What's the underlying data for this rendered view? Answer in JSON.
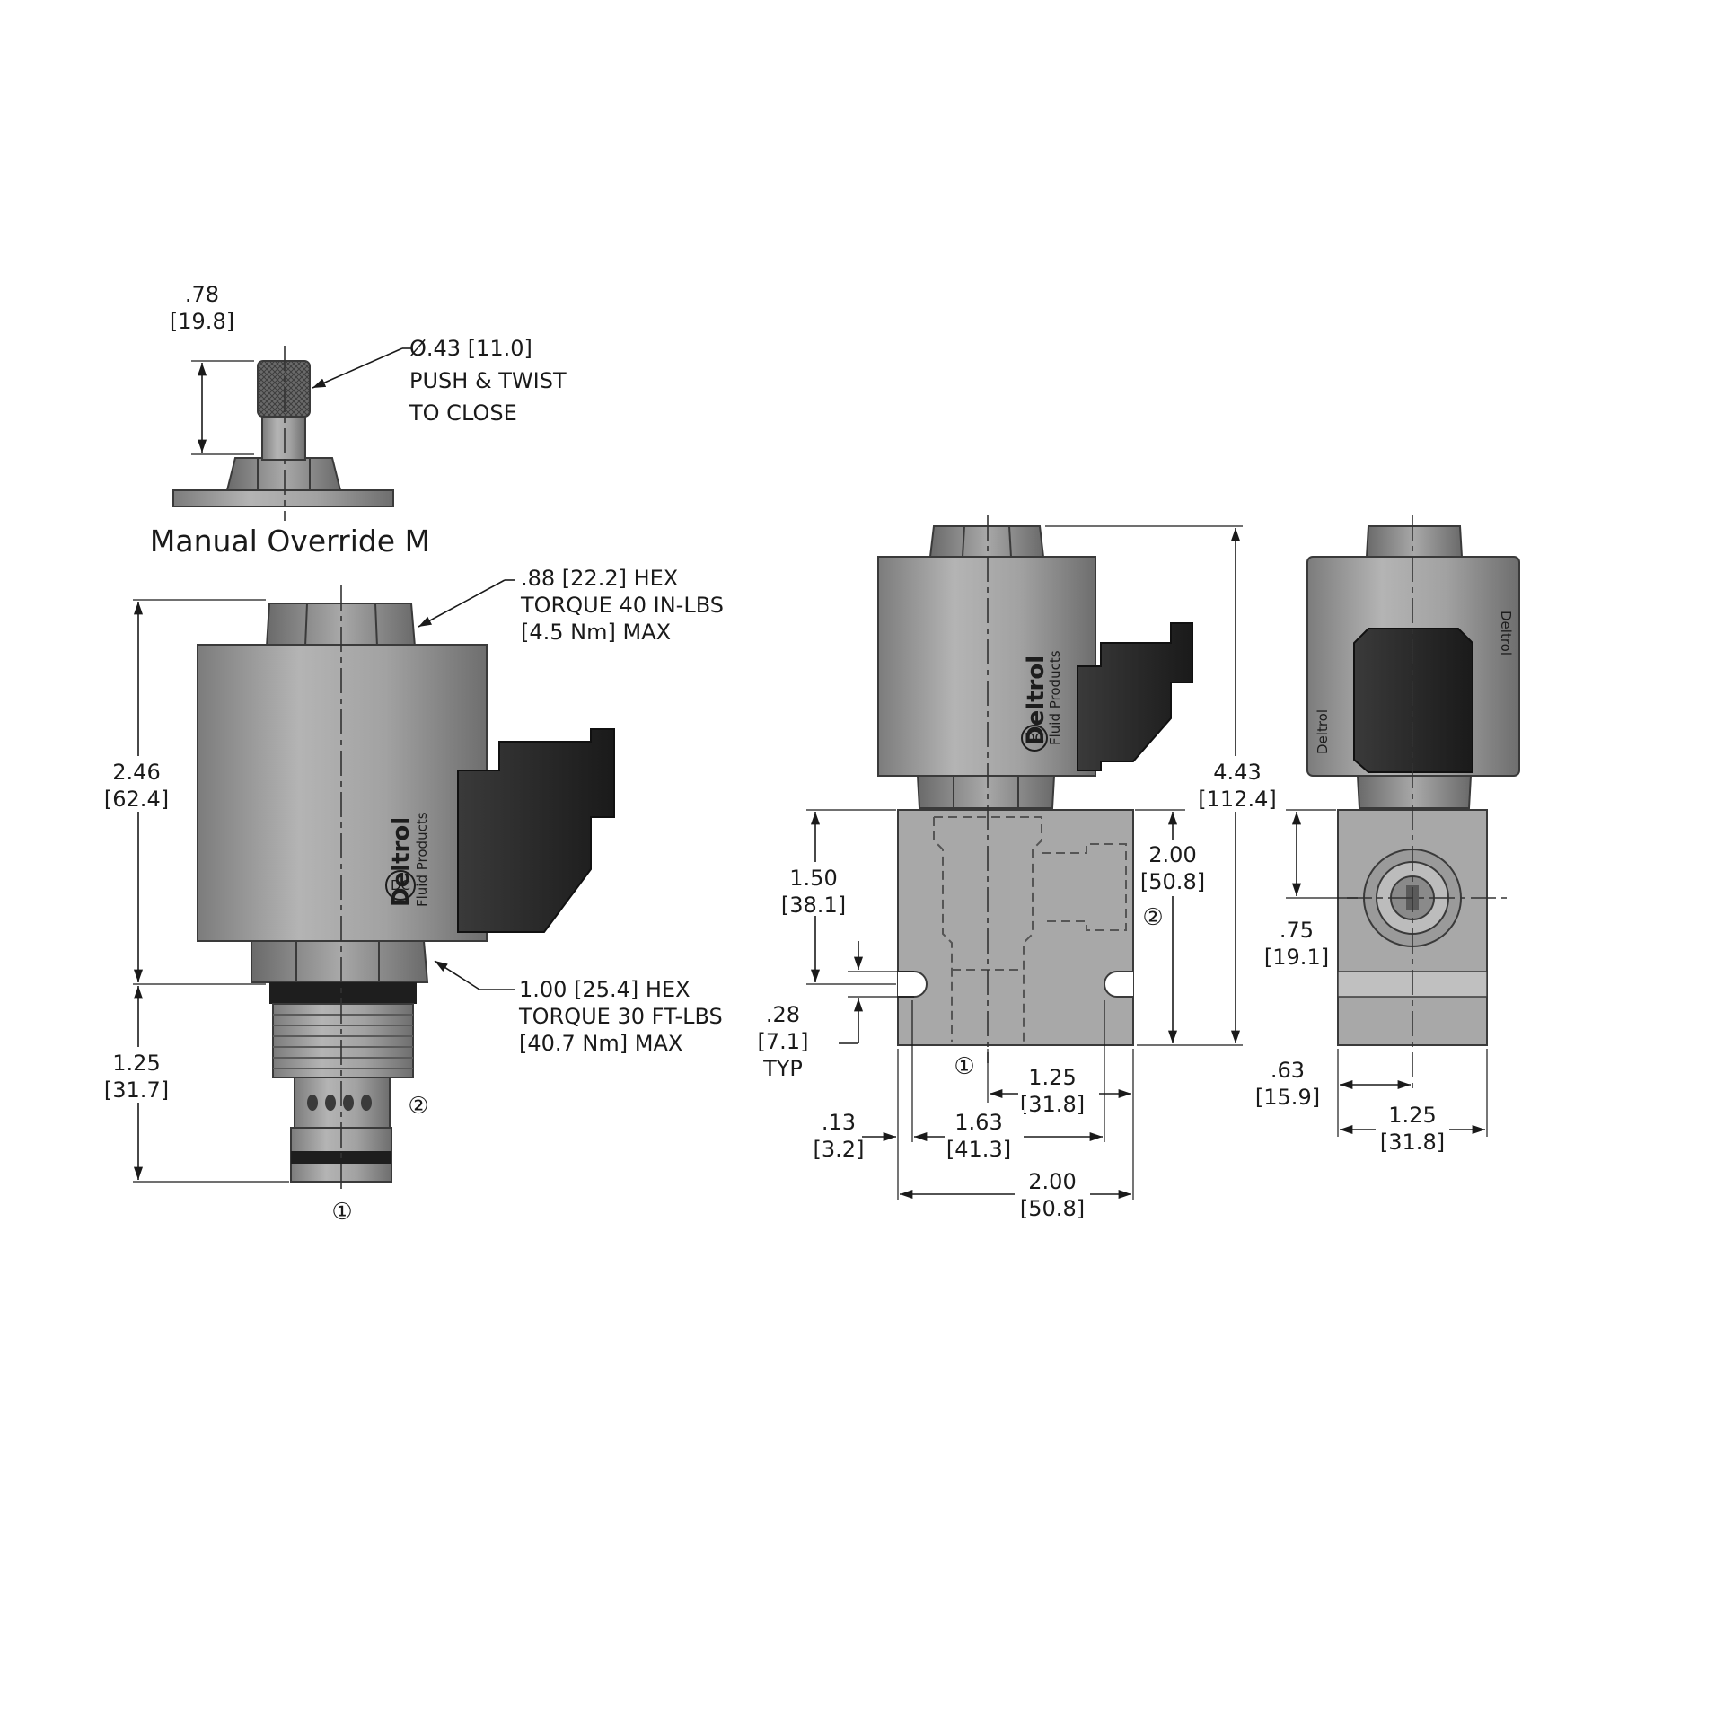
{
  "override": {
    "height_in": ".78",
    "height_mm": "[19.8]",
    "diameter_line1": "Ø.43 [11.0]",
    "diameter_line2": "PUSH & TWIST",
    "diameter_line3": "TO CLOSE",
    "caption": "Manual Override M"
  },
  "cartridge": {
    "top_hex_line1": ".88 [22.2] HEX",
    "top_hex_line2": "TORQUE 40 IN-LBS",
    "top_hex_line3": "[4.5 Nm] MAX",
    "body_height_in": "2.46",
    "body_height_mm": "[62.4]",
    "bottom_hex_line1": "1.00 [25.4] HEX",
    "bottom_hex_line2": "TORQUE 30 FT-LBS",
    "bottom_hex_line3": "[40.7 Nm] MAX",
    "insert_length_in": "1.25",
    "insert_length_mm": "[31.7]",
    "port_1": "①",
    "port_2": "②"
  },
  "brand": {
    "name": "Deltrol",
    "sub": "Fluid Products",
    "logo": "DC"
  },
  "front_view": {
    "overall_height_in": "4.43",
    "overall_height_mm": "[112.4]",
    "body_height_in": "2.00",
    "body_height_mm": "[50.8]",
    "port_height_in": "1.50",
    "port_height_mm": "[38.1]",
    "slot_in": ".28",
    "slot_mm": "[7.1]",
    "slot_note": "TYP",
    "offset_in": ".13",
    "offset_mm": "[3.2]",
    "span_163_in": "1.63",
    "span_163_mm": "[41.3]",
    "span_125_in": "1.25",
    "span_125_mm": "[31.8]",
    "width_in": "2.00",
    "width_mm": "[50.8]",
    "port_1": "①",
    "port_2": "②"
  },
  "side_view": {
    "port_height_in": ".75",
    "port_height_mm": "[19.1]",
    "center_in": ".63",
    "center_mm": "[15.9]",
    "width_in": "1.25",
    "width_mm": "[31.8]"
  }
}
